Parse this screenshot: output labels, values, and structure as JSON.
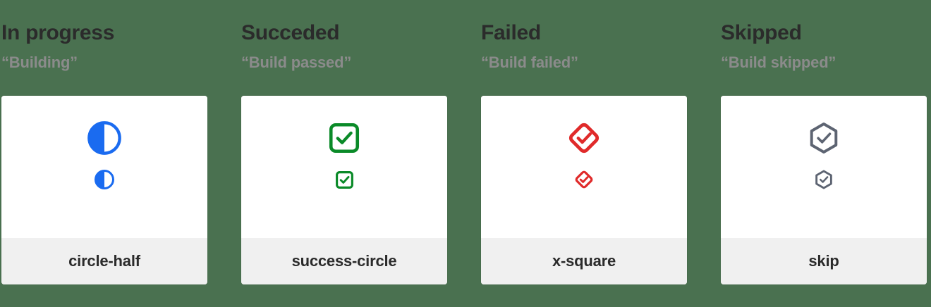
{
  "page": {
    "background_color": "#4a7150",
    "card_background": "#ffffff",
    "card_footer_background": "#f0f0f0",
    "title_color": "#2b2b2b",
    "subtitle_color": "#8b8b8b"
  },
  "columns": [
    {
      "status_title": "In progress",
      "status_subtitle": "“Building”",
      "icon_name": "circle-half-icon",
      "icon_label": "circle-half",
      "icon_color": "#1a6bf0"
    },
    {
      "status_title": "Succeded",
      "status_subtitle": "“Build passed”",
      "icon_name": "success-circle-icon",
      "icon_label": "success-circle",
      "icon_color": "#0a8a28"
    },
    {
      "status_title": "Failed",
      "status_subtitle": "“Build failed”",
      "icon_name": "x-square-icon",
      "icon_label": "x-square",
      "icon_color": "#e02a2a"
    },
    {
      "status_title": "Skipped",
      "status_subtitle": "“Build skipped”",
      "icon_name": "skip-icon",
      "icon_label": "skip",
      "icon_color": "#5d6472"
    }
  ]
}
